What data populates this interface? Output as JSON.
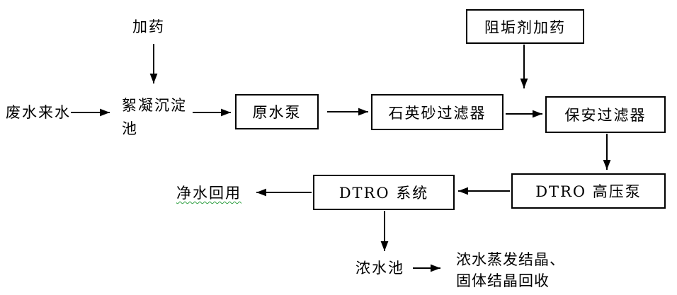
{
  "diagram": {
    "type": "flowchart",
    "background_color": "#ffffff",
    "line_color": "#000000",
    "text_color": "#000000",
    "spellcheck_underline_color": "#2e9e40",
    "labels": {
      "dosing": "加药",
      "wastewater_in": "废水来水",
      "floc_pool_lines": [
        "絮凝沉淀",
        "池"
      ],
      "raw_pump": "原水泵",
      "quartz_filter": "石英砂过滤器",
      "antiscalant_dosing": "阻垢剂加药",
      "security_filter": "保安过滤器",
      "dtro_hp_pump": "DTRO 高压泵",
      "dtro_system": "DTRO 系统",
      "clean_water_reuse": "净水回用",
      "conc_water_pool": "浓水池",
      "conc_water_out_lines": [
        "浓水蒸发结晶、",
        "固体结晶回收"
      ]
    },
    "edges": [
      {
        "from": "加药",
        "to": "絮凝沉淀池",
        "direction": "down"
      },
      {
        "from": "废水来水",
        "to": "絮凝沉淀池",
        "direction": "right"
      },
      {
        "from": "絮凝沉淀池",
        "to": "原水泵",
        "direction": "right"
      },
      {
        "from": "原水泵",
        "to": "石英砂过滤器",
        "direction": "right"
      },
      {
        "from": "石英砂过滤器",
        "to": "保安过滤器",
        "direction": "right"
      },
      {
        "from": "阻垢剂加药",
        "to": "保安过滤器",
        "direction": "down"
      },
      {
        "from": "保安过滤器",
        "to": "DTRO 高压泵",
        "direction": "down"
      },
      {
        "from": "DTRO 高压泵",
        "to": "DTRO 系统",
        "direction": "left"
      },
      {
        "from": "DTRO 系统",
        "to": "净水回用",
        "direction": "left"
      },
      {
        "from": "DTRO 系统",
        "to": "浓水池",
        "direction": "down"
      },
      {
        "from": "浓水池",
        "to": "浓水蒸发结晶、固体结晶回收",
        "direction": "right"
      }
    ]
  }
}
